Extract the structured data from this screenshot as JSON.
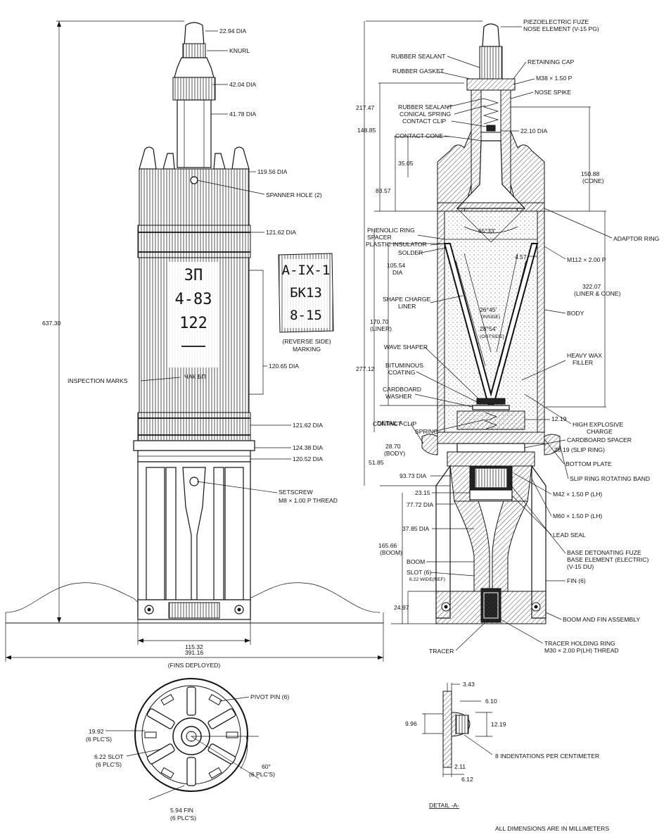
{
  "external_view": {
    "labels": {
      "dia_22_94": "22.94 DIA",
      "knurl": "KNURL",
      "dia_42_04": "42.04 DIA",
      "dia_41_78": "41.78 DIA",
      "dia_119_56": "119.56 DIA",
      "spanner_hole": "SPANNER HOLE (2)",
      "dia_121_62_top": "121.62 DIA",
      "dia_120_65": "120.65 DIA",
      "inspection_marks": "INSPECTION MARKS",
      "dia_121_62_bot": "121.62 DIA",
      "dia_124_38": "124.38 DIA",
      "dia_120_52": "120.52 DIA",
      "setscrew_1": "SETSCREW",
      "setscrew_2": "M8 × 1.00 P THREAD",
      "overall_length": "637.30",
      "base_width": "115.32",
      "fins_span": "391.16",
      "fins_deployed": "(FINS DEPLOYED)"
    },
    "body_marking": [
      "3П",
      "4-83",
      "122"
    ],
    "small_marking": "ЧАК  БП",
    "reverse_marking": [
      "А-IX-1",
      "БК13",
      "8-15"
    ],
    "reverse_caption_1": "(REVERSE SIDE)",
    "reverse_caption_2": "MARKING"
  },
  "section_view": {
    "labels": {
      "piezo_1": "PIEZOELECTRIC FUZE",
      "piezo_2": "NOSE ELEMENT (V-15 PG)",
      "rubber_sealant_1": "RUBBER SEALANT",
      "retaining_cap": "RETAINING CAP",
      "rubber_gasket": "RUBBER GASKET",
      "m38": "M38 × 1.50 P",
      "nose_spike": "NOSE SPIKE",
      "dim_217_47": "217.47",
      "rubber_sealant_2": "RUBBER SEALANT",
      "conical_spring": "CONICAL SPRING",
      "contact_clip_1": "CONTACT CLIP",
      "dim_148_85": "148.85",
      "contact_cone": "CONTACT CONE",
      "dia_22_10": "22.10 DIA",
      "dim_35_05": "35.05",
      "dim_150_88": "150.88",
      "cone_tag": "(CONE)",
      "dim_83_57": "83.57",
      "phenolic_1": "PHENOLIC RING",
      "phenolic_2": "SPACER",
      "angle_65_33": "65°33'",
      "adaptor_ring": "ADAPTOR RING",
      "plastic_insulator": "PLASTIC INSULATOR",
      "solder": "SOLDER",
      "dim_4_57": "4.57",
      "m112": "M112 × 2.00 P",
      "dim_105_54": "105.54",
      "dia_word": "DIA",
      "dim_322_07": "322.07",
      "liner_cone": "(LINER & CONE)",
      "shape_charge_1": "SHAPE CHARGE",
      "shape_charge_2": "LINER",
      "angle_inside": "26°45'",
      "inside_tag": "(INSIDE)",
      "angle_outside": "28°54'",
      "outside_tag": "(OUTSIDE)",
      "body": "BODY",
      "dim_170_70": "170.70",
      "liner_tag": "(LINER)",
      "dim_277_12": "277.12",
      "wave_shaper": "WAVE SHAPER",
      "heavy_wax_1": "HEAVY WAX",
      "heavy_wax_2": "FILLER",
      "bituminous_1": "BITUMINOUS",
      "bituminous_2": "COATING",
      "cardboard_washer_1": "CARDBOARD",
      "cardboard_washer_2": "WASHER",
      "detail_a": "DETAIL A",
      "contact_clip_2": "CONTACT CLIP",
      "spring": "SPRING",
      "dim_12_19": "12.19",
      "high_explosive_1": "HIGH EXPLOSIVE",
      "high_explosive_2": "CHARGE",
      "cardboard_spacer": "CARDBOARD SPACER",
      "dim_28_70": "28.70",
      "body_tag": "(BODY)",
      "dim_28_19": "28.19 (SLIP RING)",
      "dim_51_85": "51.85",
      "bottom_plate": "BOTTOM PLATE",
      "dia_93_73": "93.73 DIA",
      "slip_ring_band": "SLIP RING ROTATING BAND",
      "dim_23_15": "23.15",
      "m42": "M42 × 1.50 P (LH)",
      "dia_77_72": "77.72 DIA",
      "m60": "M60 × 1.50 P (LH)",
      "dia_37_85": "37.85 DIA",
      "lead_seal": "LEAD SEAL",
      "bdf_1": "BASE DETONATING FUZE",
      "bdf_2": "BASE ELEMENT (ELECTRIC)",
      "bdf_3": "(V-15 DU)",
      "dim_165_66": "165.66",
      "boom_tag": "(BOOM)",
      "boom": "BOOM",
      "slot_1": "SLOT (6)",
      "slot_2": "6.22 WIDE(REF)",
      "fin": "FIN (6)",
      "dim_24_97": "24.97",
      "boom_fin_assembly": "BOOM AND FIN ASSEMBLY",
      "tracer": "TRACER",
      "tracer_ring_1": "TRACER HOLDING RING",
      "tracer_ring_2": "M30 × 2.00 P(LH) THREAD"
    }
  },
  "bottom_view": {
    "labels": {
      "pivot_pin": "PIVOT PIN (6)",
      "dim_19_92": "19.92",
      "plcs_1": "(6 PLC'S)",
      "slot_6_22": "6.22 SLOT",
      "plcs_2": "(6 PLC'S)",
      "angle_60": "60°",
      "plcs_3": "(6 PLC'S)",
      "fin_5_94": "5.94 FIN",
      "plcs_4": "(6 PLC'S)"
    }
  },
  "detail_a_view": {
    "labels": {
      "dim_3_43": "3.43",
      "dim_6_10": "6.10",
      "dim_9_96": "9.96",
      "dim_12_19": "12.19",
      "indentations": "8 INDENTATIONS PER CENTIMETER",
      "dim_2_11": "2.11",
      "dim_6_12": "6.12",
      "title": "DETAIL -A-"
    }
  },
  "footer_note": "ALL DIMENSIONS ARE IN MILLIMETERS"
}
